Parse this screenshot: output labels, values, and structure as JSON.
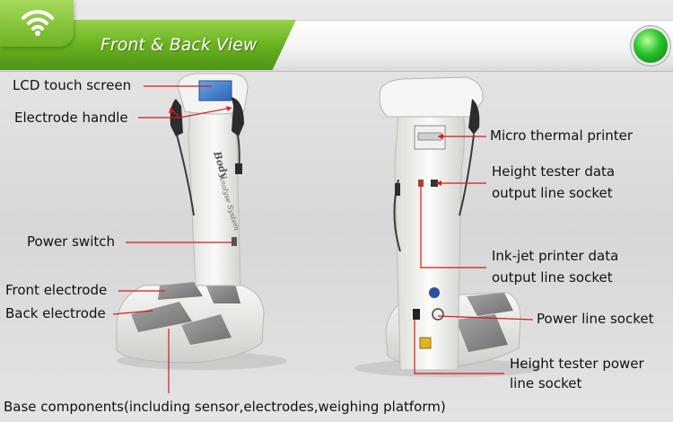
{
  "header": {
    "title": "Front & Back View",
    "icon": "wifi-icon",
    "status_indicator_color": "#22c02a"
  },
  "colors": {
    "accent_green": "#69b21f",
    "callout_line": "#d81818",
    "machine_body": "#f4f4f2",
    "electrode_pad": "#8f8f8f"
  },
  "labels": {
    "lcd_touch_screen": "LCD touch screen",
    "electrode_handle": "Electrode handle",
    "power_switch": "Power switch",
    "front_electrode": "Front electrode",
    "back_electrode": "Back electrode",
    "base_components": "Base components(including sensor,electrodes,weighing platform)",
    "micro_thermal_printer": "Micro thermal printer",
    "height_tester_data_socket": [
      "Height tester data",
      "output line socket"
    ],
    "inkjet_printer_socket": [
      "Ink-jet printer data",
      "output line socket"
    ],
    "power_line_socket": "Power line socket",
    "height_tester_power_socket": [
      "Height tester power",
      "line socket"
    ]
  },
  "device_text": {
    "brand_main": "Body",
    "brand_sub": "Analyse System"
  }
}
